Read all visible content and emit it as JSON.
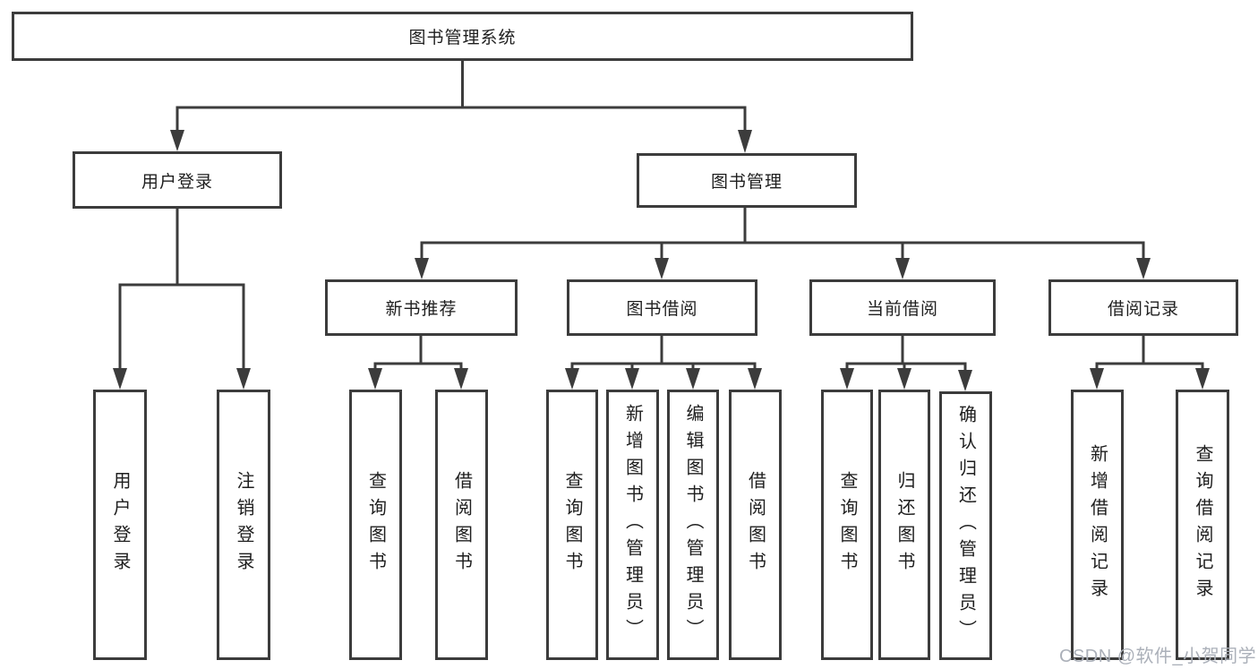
{
  "colors": {
    "background": "#ffffff",
    "line": "#3c3c3c",
    "text": "#1e1e1e",
    "watermark": "#abb0b9"
  },
  "diagram": {
    "type": "hierarchy-tree",
    "root_label": "图书管理系统",
    "children": [
      {
        "label": "用户登录",
        "children": [
          {
            "label": "用户登录"
          },
          {
            "label": "注销登录"
          }
        ]
      },
      {
        "label": "图书管理",
        "children": [
          {
            "label": "新书推荐",
            "children": [
              {
                "label": "查询图书"
              },
              {
                "label": "借阅图书"
              }
            ]
          },
          {
            "label": "图书借阅",
            "children": [
              {
                "label": "查询图书"
              },
              {
                "label": "新增图书（管理员）"
              },
              {
                "label": "编辑图书（管理员）"
              },
              {
                "label": "借阅图书"
              }
            ]
          },
          {
            "label": "当前借阅",
            "children": [
              {
                "label": "查询图书"
              },
              {
                "label": "归还图书"
              },
              {
                "label": "确认归还（管理员）"
              }
            ]
          },
          {
            "label": "借阅记录",
            "children": [
              {
                "label": "新增借阅记录"
              },
              {
                "label": "查询借阅记录"
              }
            ]
          }
        ]
      }
    ]
  },
  "watermark": {
    "text": "CSDN @软件_小贺同学"
  }
}
